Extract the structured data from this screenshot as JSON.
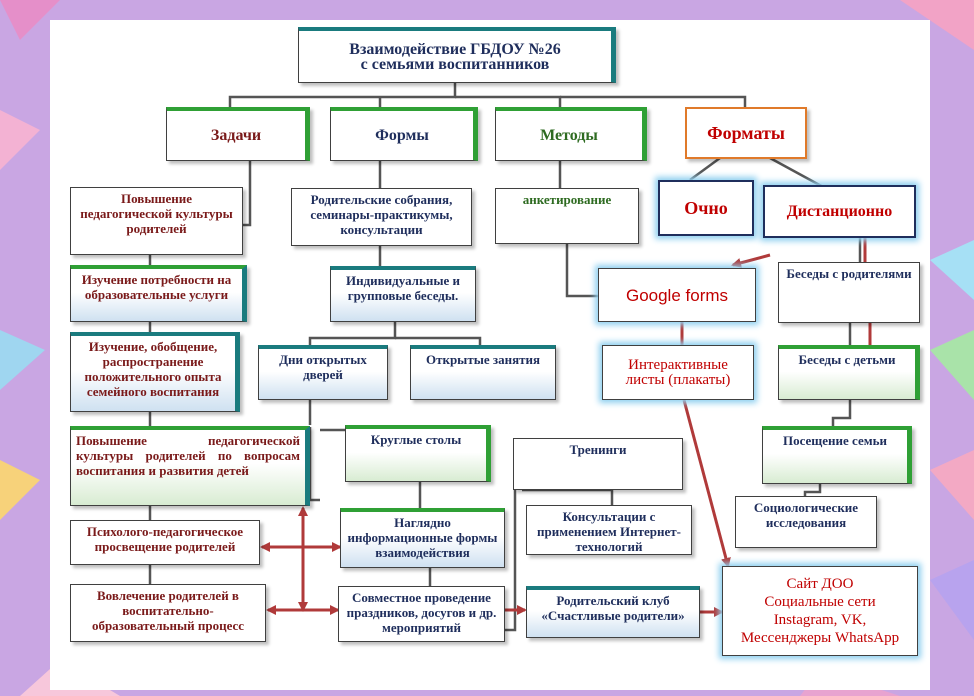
{
  "colors": {
    "background": "#c9a6e3",
    "panel": "#ffffff",
    "dark_red": "#7a1a1a",
    "navy": "#1f2e5c",
    "green": "#2e6b21",
    "red": "#c00000",
    "arrow": "#b03a3a",
    "teal": "#1a7b7e",
    "bright_green": "#2fa035"
  },
  "title": {
    "line1": "Взаимодействие ГБДОУ №26",
    "line2": "с семьями воспитанников"
  },
  "headers": {
    "tasks": "Задачи",
    "forms": "Формы",
    "methods": "Методы",
    "formats": "Форматы"
  },
  "tasks": [
    "Повышение педагогической культуры родителей",
    "Изучение потребности на образовательные услуги",
    "Изучение, обобщение, распространение положительного опыта семейного воспитания",
    "Повышение педагогической культуры родителей по вопросам воспитания и развития детей",
    "Психолого-педагогическое просвещение родителей",
    "Вовлечение родителей в воспитательно-образовательный процесс"
  ],
  "forms": {
    "meetings": "Родительские собрания, семинары-практикумы, консультации",
    "individual": "Индивидуальные и групповые беседы.",
    "open_days": "Дни открытых дверей",
    "open_classes": "Открытые занятия",
    "round_tables": "Круглые столы",
    "trainings": "Тренинги",
    "visual": "Наглядно информационные формы взаимодействия",
    "internet": "Консультации с применением Интернет-технологий",
    "joint": "Совместное проведение праздников, досугов и др. мероприятий",
    "club": "Родительский клуб «Счастливые родители»"
  },
  "methods": {
    "survey": "анкетирование"
  },
  "formats": {
    "offline": "Очно",
    "remote": "Дистанционно",
    "google_forms": "Google forms",
    "interactive": "Интерактивные листы (плакаты)",
    "parent_talks": "Беседы с родителями",
    "child_talks": "Беседы с детьми",
    "family_visit": "Посещение семьи",
    "sociology": "Социологические исследования",
    "site_line1": "Сайт ДОО",
    "site_line2": "Социальные сети",
    "site_line3": "Instagram,  VK,",
    "site_line4": "Мессенджеры WhatsApp"
  }
}
